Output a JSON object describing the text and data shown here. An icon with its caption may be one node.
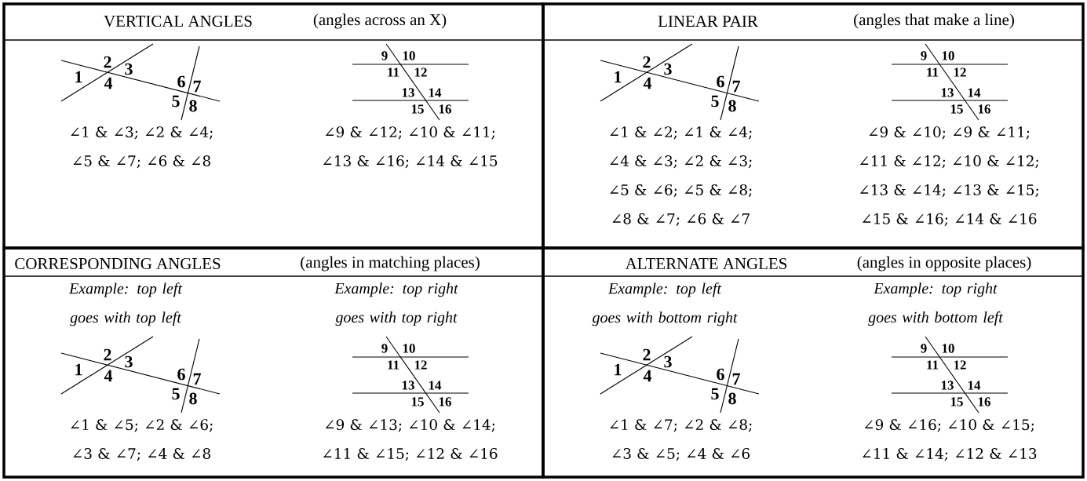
{
  "diagram": {
    "nodes": [
      {
        "text": [
          "VERTICAL ANGLES",
          "(angles across an X)",
          "∠1 & ∠3; ∠2 & ∠4; ∠5 & ∠7; ∠6 & ∠8",
          "∠9 & ∠12; ∠10 & ∠11; ∠13 & ∠16; ∠14 & ∠15"
        ]
      },
      {
        "text": [
          "LINEAR PAIR",
          "(angles that make a line)",
          "∠1 & ∠2; ∠1 & ∠4; ∠4 & ∠3; ∠2 & ∠3; ∠5 & ∠6; ∠5 & ∠8; ∠8 & ∠7; ∠6 & ∠7",
          "∠9 & ∠10; ∠9 & ∠11; ∠11 & ∠12; ∠10 & ∠12; ∠13 & ∠14; ∠13 & ∠15; ∠15 & ∠16; ∠14 & ∠16"
        ]
      },
      {
        "text": [
          "CORRESPONDING ANGLES",
          "(angles in matching places)",
          "Example: top left goes with top left",
          "Example: top right goes with top right",
          "∠1 & ∠5; ∠2 & ∠6; ∠3 & ∠7; ∠4 & ∠8",
          "∠9 & ∠13; ∠10 & ∠14; ∠11 & ∠15; ∠12 & ∠16"
        ]
      },
      {
        "text": [
          "ALTERNATE ANGLES",
          "(angles in opposite places)",
          "Example: top left goes with bottom right",
          "Example: top right goes with bottom left",
          "∠1 & ∠7; ∠2 & ∠8; ∠3 & ∠5; ∠4 & ∠6",
          "∠9 & ∠16; ∠10 & ∠15; ∠11 & ∠14; ∠12 & ∠13"
        ]
      }
    ],
    "labels": [
      "1",
      "2",
      "3",
      "4",
      "5",
      "6",
      "7",
      "8",
      "9",
      "10",
      "11",
      "12",
      "13",
      "14",
      "15",
      "16",
      "1",
      "2",
      "3",
      "4",
      "5",
      "6",
      "7",
      "8",
      "9",
      "10",
      "11",
      "12",
      "13",
      "14",
      "15",
      "16",
      "1",
      "2",
      "3",
      "4",
      "5",
      "6",
      "7",
      "8",
      "9",
      "10",
      "11",
      "12",
      "13",
      "14",
      "15",
      "16",
      "1",
      "2",
      "3",
      "4",
      "5",
      "6",
      "7",
      "8",
      "9",
      "10",
      "11",
      "12",
      "13",
      "14",
      "15",
      "16"
    ]
  }
}
